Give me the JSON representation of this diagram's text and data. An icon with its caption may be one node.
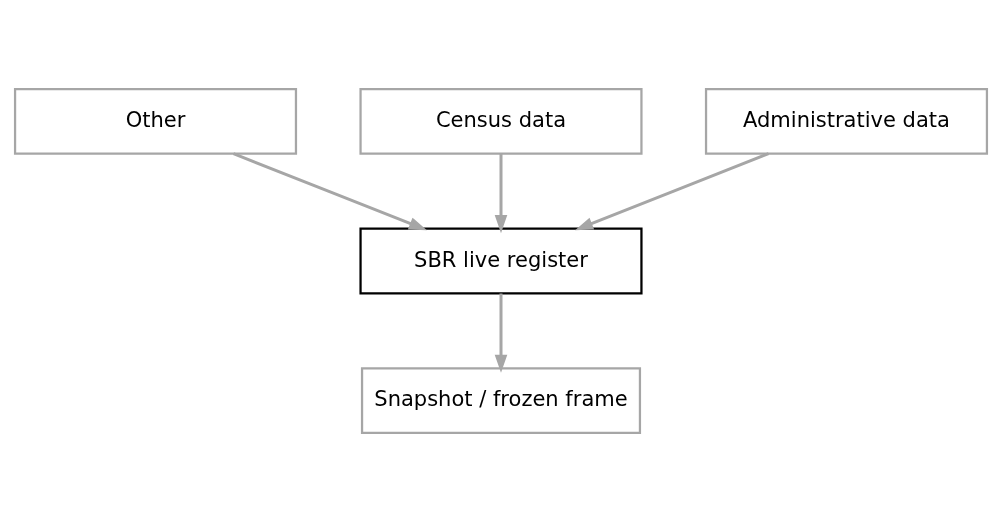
{
  "diagram": {
    "nodes": [
      {
        "text": [
          "Other"
        ]
      },
      {
        "text": [
          "Census data"
        ]
      },
      {
        "text": [
          "Administrative data"
        ]
      },
      {
        "text": [
          "SBR live register"
        ]
      },
      {
        "text": [
          "Snapshot / frozen frame"
        ]
      }
    ],
    "edges": [
      {
        "from": 1,
        "to": 3,
        "arrow": "to"
      },
      {
        "from": 0,
        "to": 3,
        "arrow": "to"
      },
      {
        "from": 2,
        "to": 3,
        "arrow": "to"
      },
      {
        "from": 3,
        "to": 4,
        "arrow": "to"
      }
    ]
  }
}
